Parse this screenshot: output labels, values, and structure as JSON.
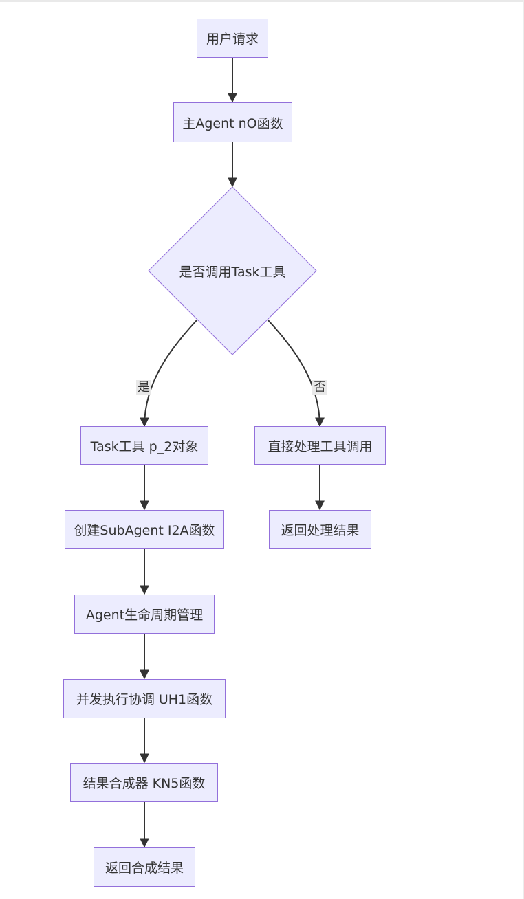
{
  "nodes": {
    "user_request": "用户请求",
    "main_agent": "主Agent nO函数",
    "decision": "是否调用Task工具",
    "task_tool": "Task工具 p_2对象",
    "direct_process": "直接处理工具调用",
    "create_subagent": "创建SubAgent I2A函数",
    "return_process": "返回处理结果",
    "lifecycle": "Agent生命周期管理",
    "concurrent": "并发执行协调 UH1函数",
    "synthesizer": "结果合成器 KN5函数",
    "return_result": "返回合成结果"
  },
  "edge_labels": {
    "yes": "是",
    "no": "否"
  },
  "colors": {
    "node_fill": "#ececfe",
    "node_border": "#9370db",
    "edge": "#333333",
    "text": "#333333"
  }
}
